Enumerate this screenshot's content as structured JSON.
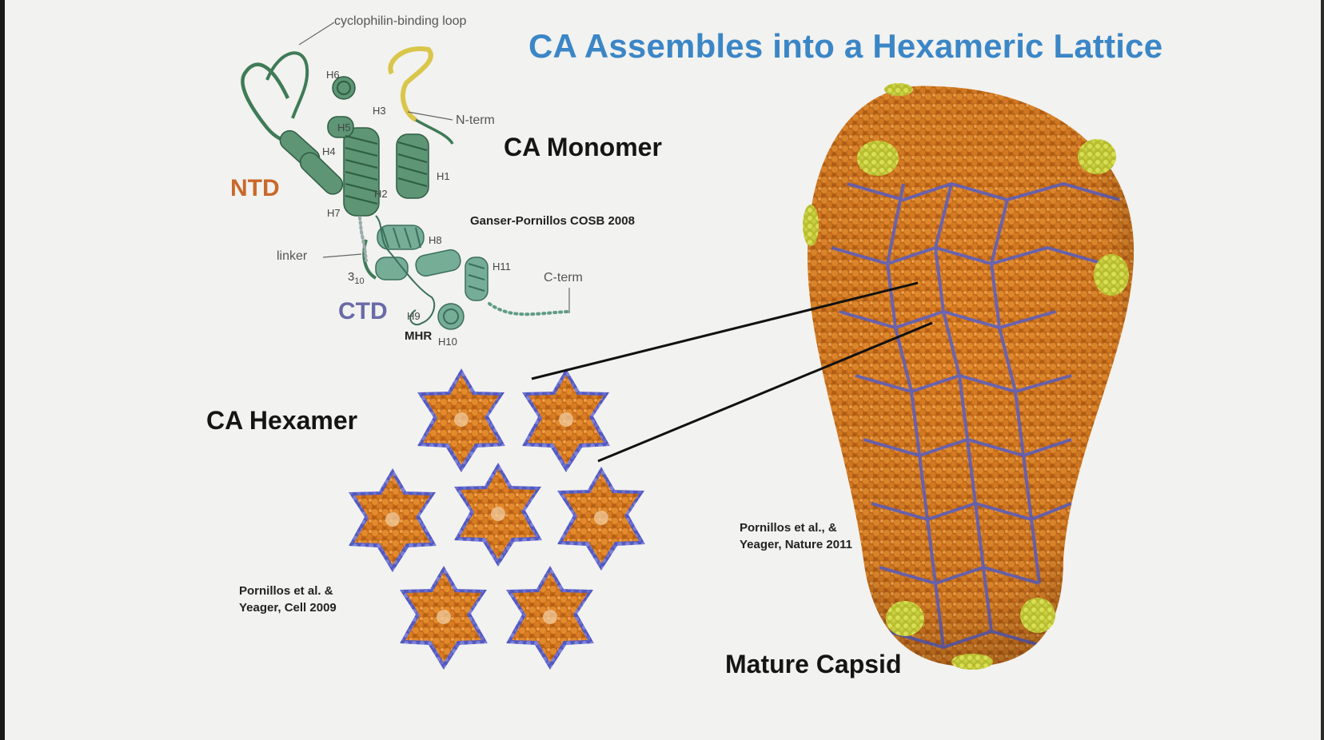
{
  "slide": {
    "title": "CA Assembles into a Hexameric Lattice"
  },
  "monomer": {
    "heading": "CA Monomer",
    "citation": "Ganser-Pornillos COSB 2008",
    "domain_labels": {
      "ntd": "NTD",
      "ctd": "CTD"
    },
    "annotations": {
      "loop": "cyclophilin-binding loop",
      "nterm": "N-term",
      "cterm": "C-term",
      "linker": "linker",
      "mhr": "MHR",
      "h310_main": "3",
      "h310_sub": "10"
    },
    "helices": [
      "H1",
      "H2",
      "H3",
      "H4",
      "H5",
      "H6",
      "H7",
      "H8",
      "H9",
      "H10",
      "H11"
    ],
    "colors": {
      "ntd_helix": "#3f7b57",
      "ctd_helix": "#5f9c85",
      "loop": "#d9c64a"
    }
  },
  "hexamer": {
    "heading": "CA Hexamer",
    "citation_line1": "Pornillos et al. &",
    "citation_line2": "Yeager, Cell 2009",
    "colors": {
      "ntd": "#d07a22",
      "ctd": "#7b80d4"
    }
  },
  "capsid": {
    "heading": "Mature Capsid",
    "citation_line1": "Pornillos et al., &",
    "citation_line2": "Yeager, Nature 2011",
    "colors": {
      "hexamer": "#d07a22",
      "lattice": "#5a60c8",
      "pentamer": "#c8cf3e"
    }
  }
}
